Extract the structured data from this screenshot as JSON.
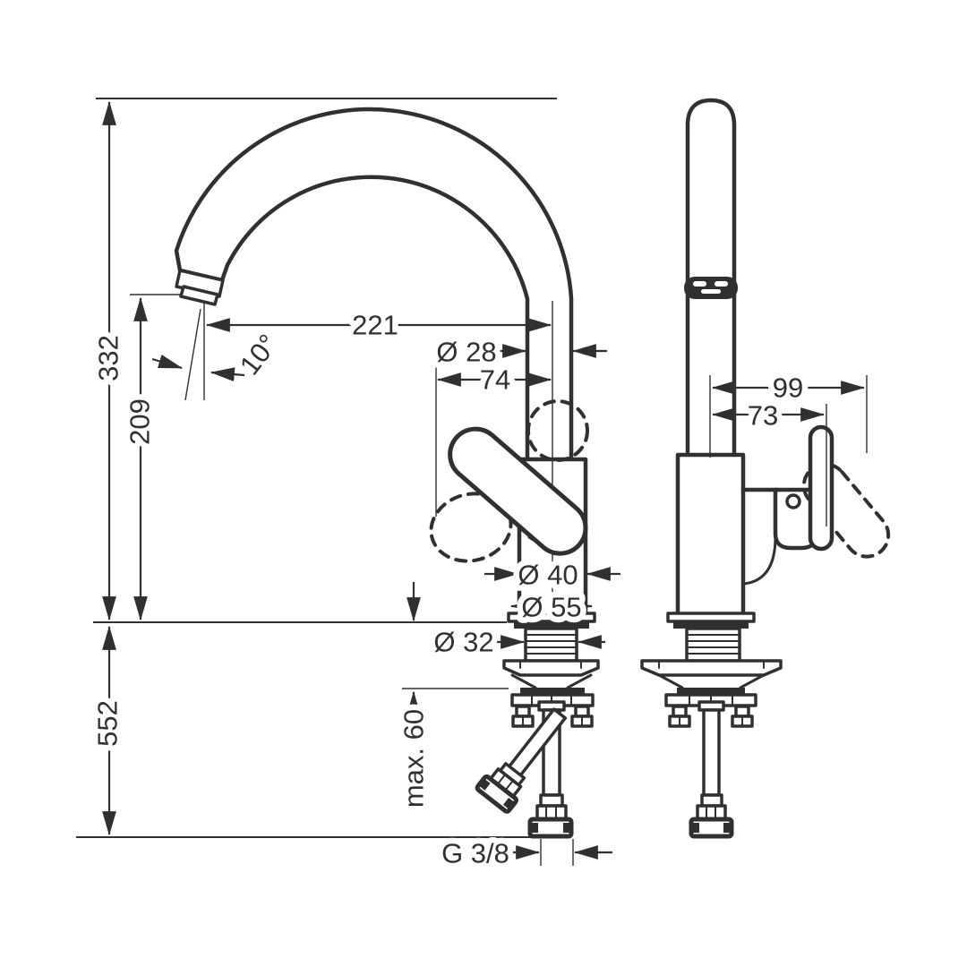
{
  "drawing": {
    "background": "#ffffff",
    "ink": "#303030",
    "description": "Technical dimension drawing of a single-lever kitchen mixer tap shown in side view and front view with installation hoses"
  },
  "views": {
    "side": {
      "name": "side-view",
      "dims": {
        "overall_height": "332",
        "spout_height": "209",
        "under_counter_length": "552",
        "spout_reach": "221",
        "spout_angle": "10°",
        "spout_pipe_diameter": "Ø 28",
        "handle_clearance": "74",
        "body_diameter": "Ø 40",
        "base_diameter": "Ø 55",
        "shank_diameter": "Ø 32",
        "max_counter_thickness": "max. 60",
        "supply_connection": "G 3/8"
      }
    },
    "front": {
      "name": "front-view",
      "dims": {
        "handle_reach": "99",
        "handle_offset": "73"
      }
    }
  }
}
